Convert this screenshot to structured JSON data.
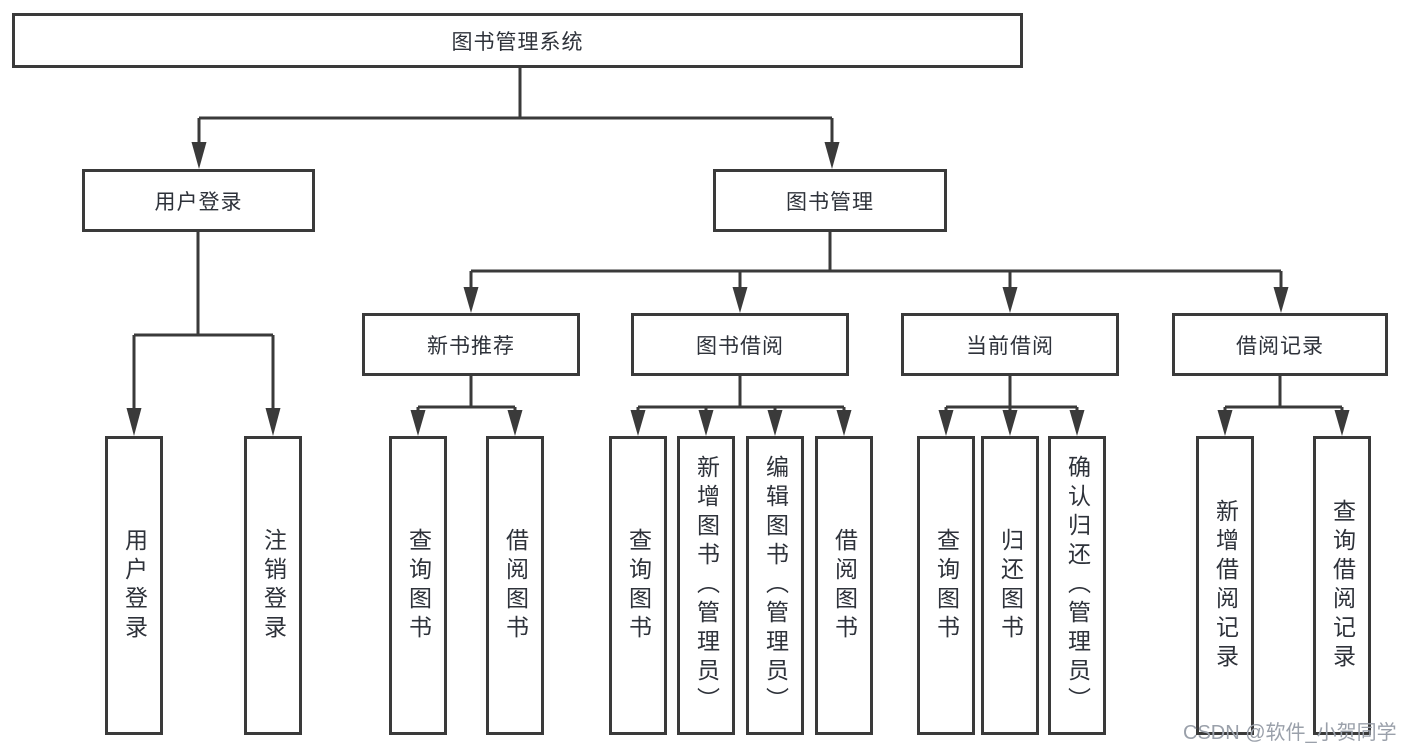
{
  "diagram": {
    "title": "图书管理系统",
    "level2": [
      "用户登录",
      "图书管理"
    ],
    "level3": [
      "新书推荐",
      "图书借阅",
      "当前借阅",
      "借阅记录"
    ],
    "leaves": [
      "用户登录",
      "注销登录",
      "查询图书",
      "借阅图书",
      "查询图书",
      "新增图书（管理员）",
      "编辑图书（管理员）",
      "借阅图书",
      "查询图书",
      "归还图书",
      "确认归还（管理员）",
      "新增借阅记录",
      "查询借阅记录"
    ]
  },
  "watermark": {
    "text": "CSDN @软件_小贺同学"
  },
  "colors": {
    "line": "#3a3a3a",
    "border": "#3a3a3a",
    "text": "#2e323a",
    "watermark": "#9aa0aa",
    "background": "#ffffff"
  }
}
